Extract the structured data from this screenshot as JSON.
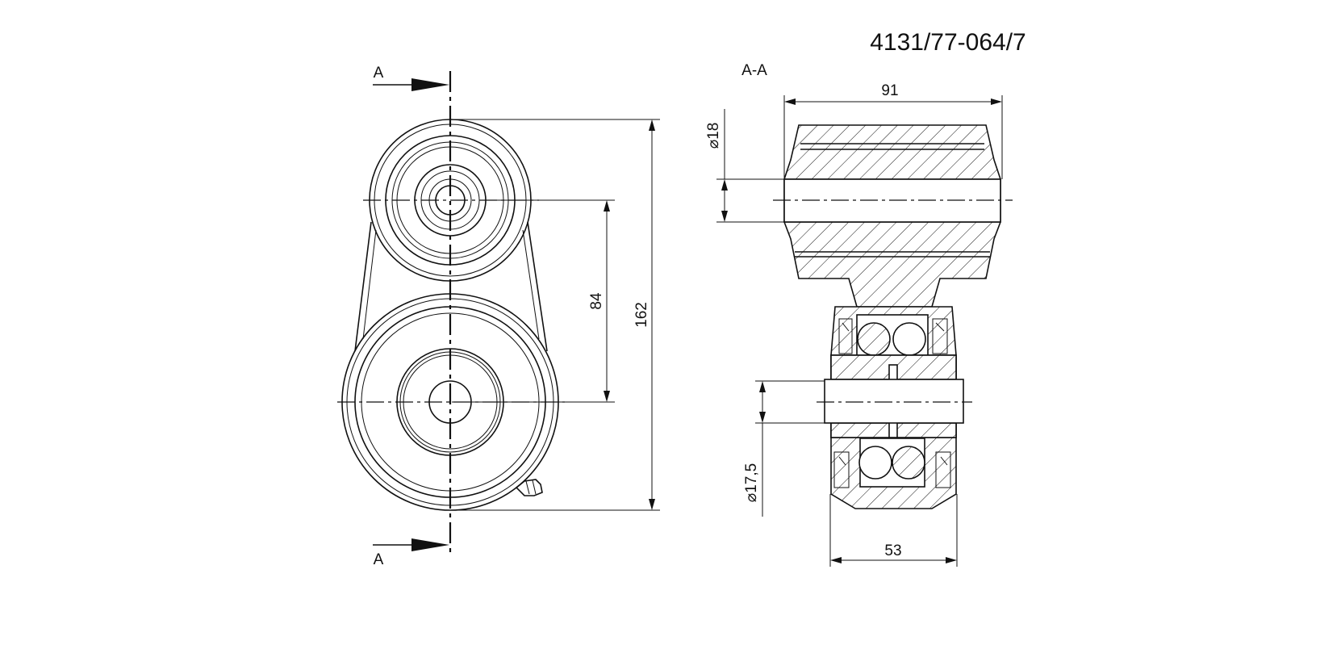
{
  "drawing": {
    "part_number": "4131/77-064/7",
    "section_marker_top": "A",
    "section_marker_bottom": "A",
    "section_title": "A-A"
  },
  "dimensions": {
    "center_distance": "84",
    "overall_height": "162",
    "roller_width": "91",
    "roller_bore": "⌀18",
    "bearing_bore": "⌀17,5",
    "bearing_width": "53"
  }
}
